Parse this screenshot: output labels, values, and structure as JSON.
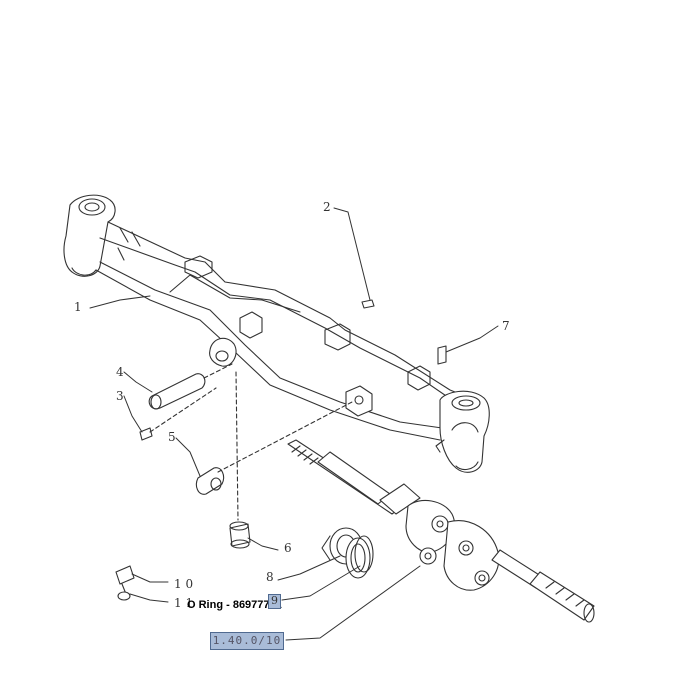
{
  "callouts": {
    "c1": "1",
    "c2": "2",
    "c3": "3",
    "c4": "4",
    "c5": "5",
    "c6": "6",
    "c7": "7",
    "c8": "8",
    "c10": "1 0",
    "c11": "1 1",
    "c9": "9"
  },
  "hotspot": {
    "label": "O Ring - 86977781"
  },
  "reference": {
    "code": "1.40.0/10"
  },
  "colors": {
    "line": "#333333",
    "highlight": "#a9bcd8",
    "highlight_border": "#506a90"
  }
}
